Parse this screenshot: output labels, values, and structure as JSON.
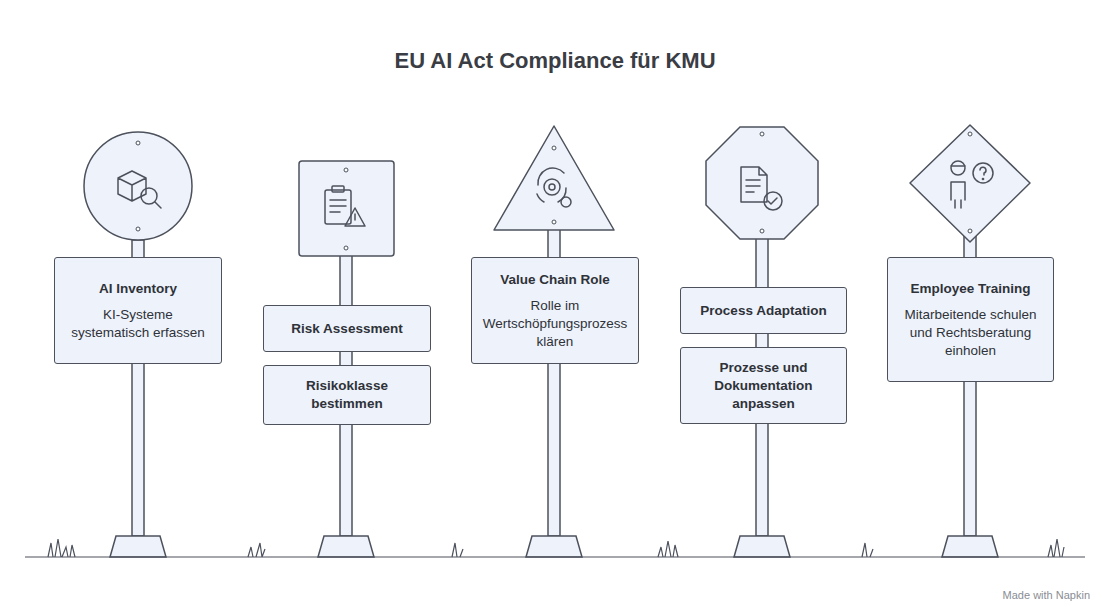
{
  "diagram": {
    "title": "EU AI Act Compliance für KMU",
    "nodes": [
      {
        "text": [
          "AI Inventory",
          "KI-Systeme systematisch erfassen"
        ]
      },
      {
        "text": [
          "Risk Assessment"
        ]
      },
      {
        "text": [
          "Risikoklasse bestimmen"
        ]
      },
      {
        "text": [
          "Value Chain Role",
          "Rolle im Wertschöpfungsprozess klären"
        ]
      },
      {
        "text": [
          "Process Adaptation"
        ]
      },
      {
        "text": [
          "Prozesse und Dokumentation anpassen"
        ]
      },
      {
        "text": [
          "Employee Training",
          "Mitarbeitende schulen und Rechtsberatung einholen"
        ]
      }
    ],
    "labels": [
      "Made with Napkin"
    ]
  }
}
